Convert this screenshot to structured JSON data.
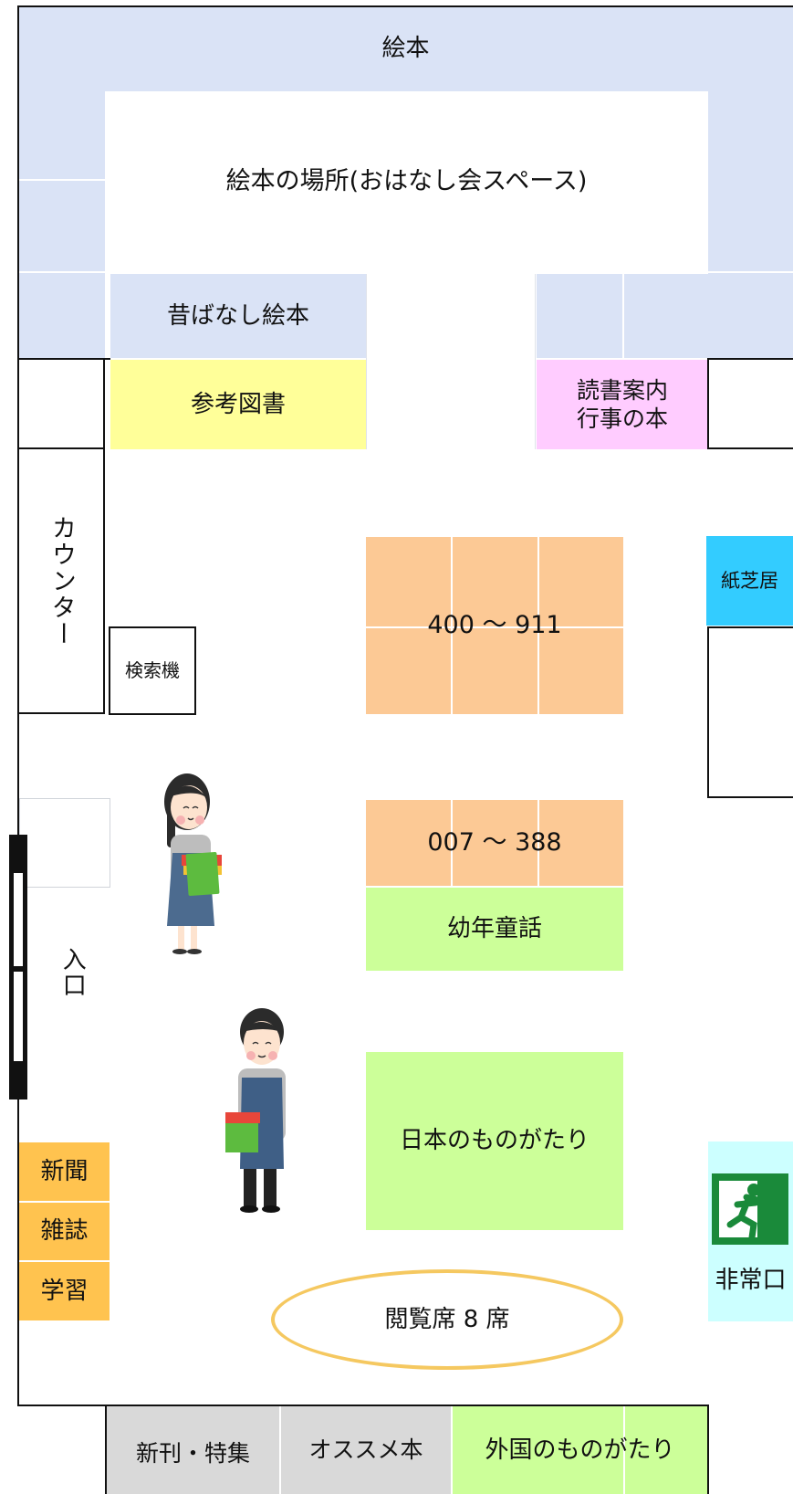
{
  "areas": {
    "ehon": "絵本",
    "ehon_space": "絵本の場所(おはなし会スペース)",
    "mukashi": "昔ばなし絵本",
    "sanko": "参考図書",
    "dokusho_line1": "読書案内",
    "dokusho_line2": "行事の本",
    "counter": "カウンター",
    "kensaku": "検索機",
    "kamishibai": "紙芝居",
    "shelf_400": "400 ～ 911",
    "shelf_007": "007 ～ 388",
    "younen": "幼年童話",
    "nihon": "日本のものがたり",
    "iriguchi": "入口",
    "shinbun": "新聞",
    "zasshi": "雑誌",
    "gakushu": "学習",
    "hijoguchi": "非常口",
    "etsuran": "閲覧席 8 席",
    "shinkan": "新刊・特集",
    "osusume": "オススメ本",
    "gaikoku": "外国のものがたり"
  },
  "colors": {
    "ehon_blue": "#dae3f6",
    "reference_yellow": "#ffff99",
    "guide_pink": "#ffccff",
    "kamishibai_cyan": "#33ccff",
    "shelf_orange": "#fcc995",
    "story_green": "#ccff99",
    "magazine_orange": "#ffc34f",
    "exit_lightcyan": "#ccffff",
    "exit_sign_green": "#1a8a3a",
    "new_gray": "#d9d9d9",
    "seat_ring": "#f5c860"
  },
  "icons": [
    "librarian-woman-icon",
    "librarian-man-icon",
    "emergency-exit-icon",
    "entrance-door-icon"
  ]
}
